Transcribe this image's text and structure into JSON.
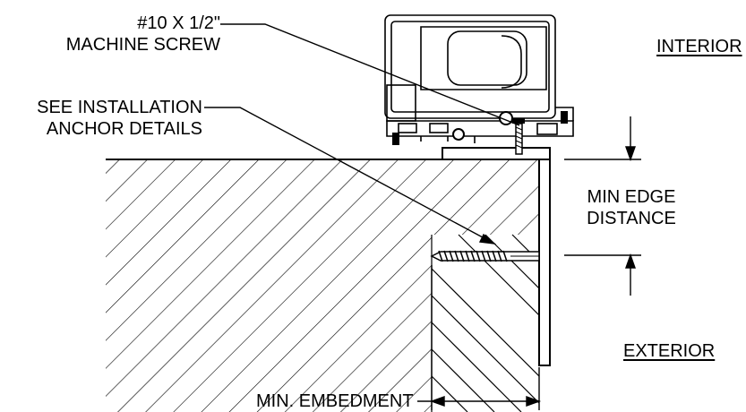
{
  "labels": {
    "screw_line1": "#10 X 1/2\"",
    "screw_line2": "MACHINE SCREW",
    "anchor_line1": "SEE INSTALLATION",
    "anchor_line2": "ANCHOR DETAILS",
    "interior": "INTERIOR",
    "exterior": "EXTERIOR",
    "edge_line1": "MIN EDGE",
    "edge_line2": "DISTANCE",
    "embedment": "MIN. EMBEDMENT"
  }
}
